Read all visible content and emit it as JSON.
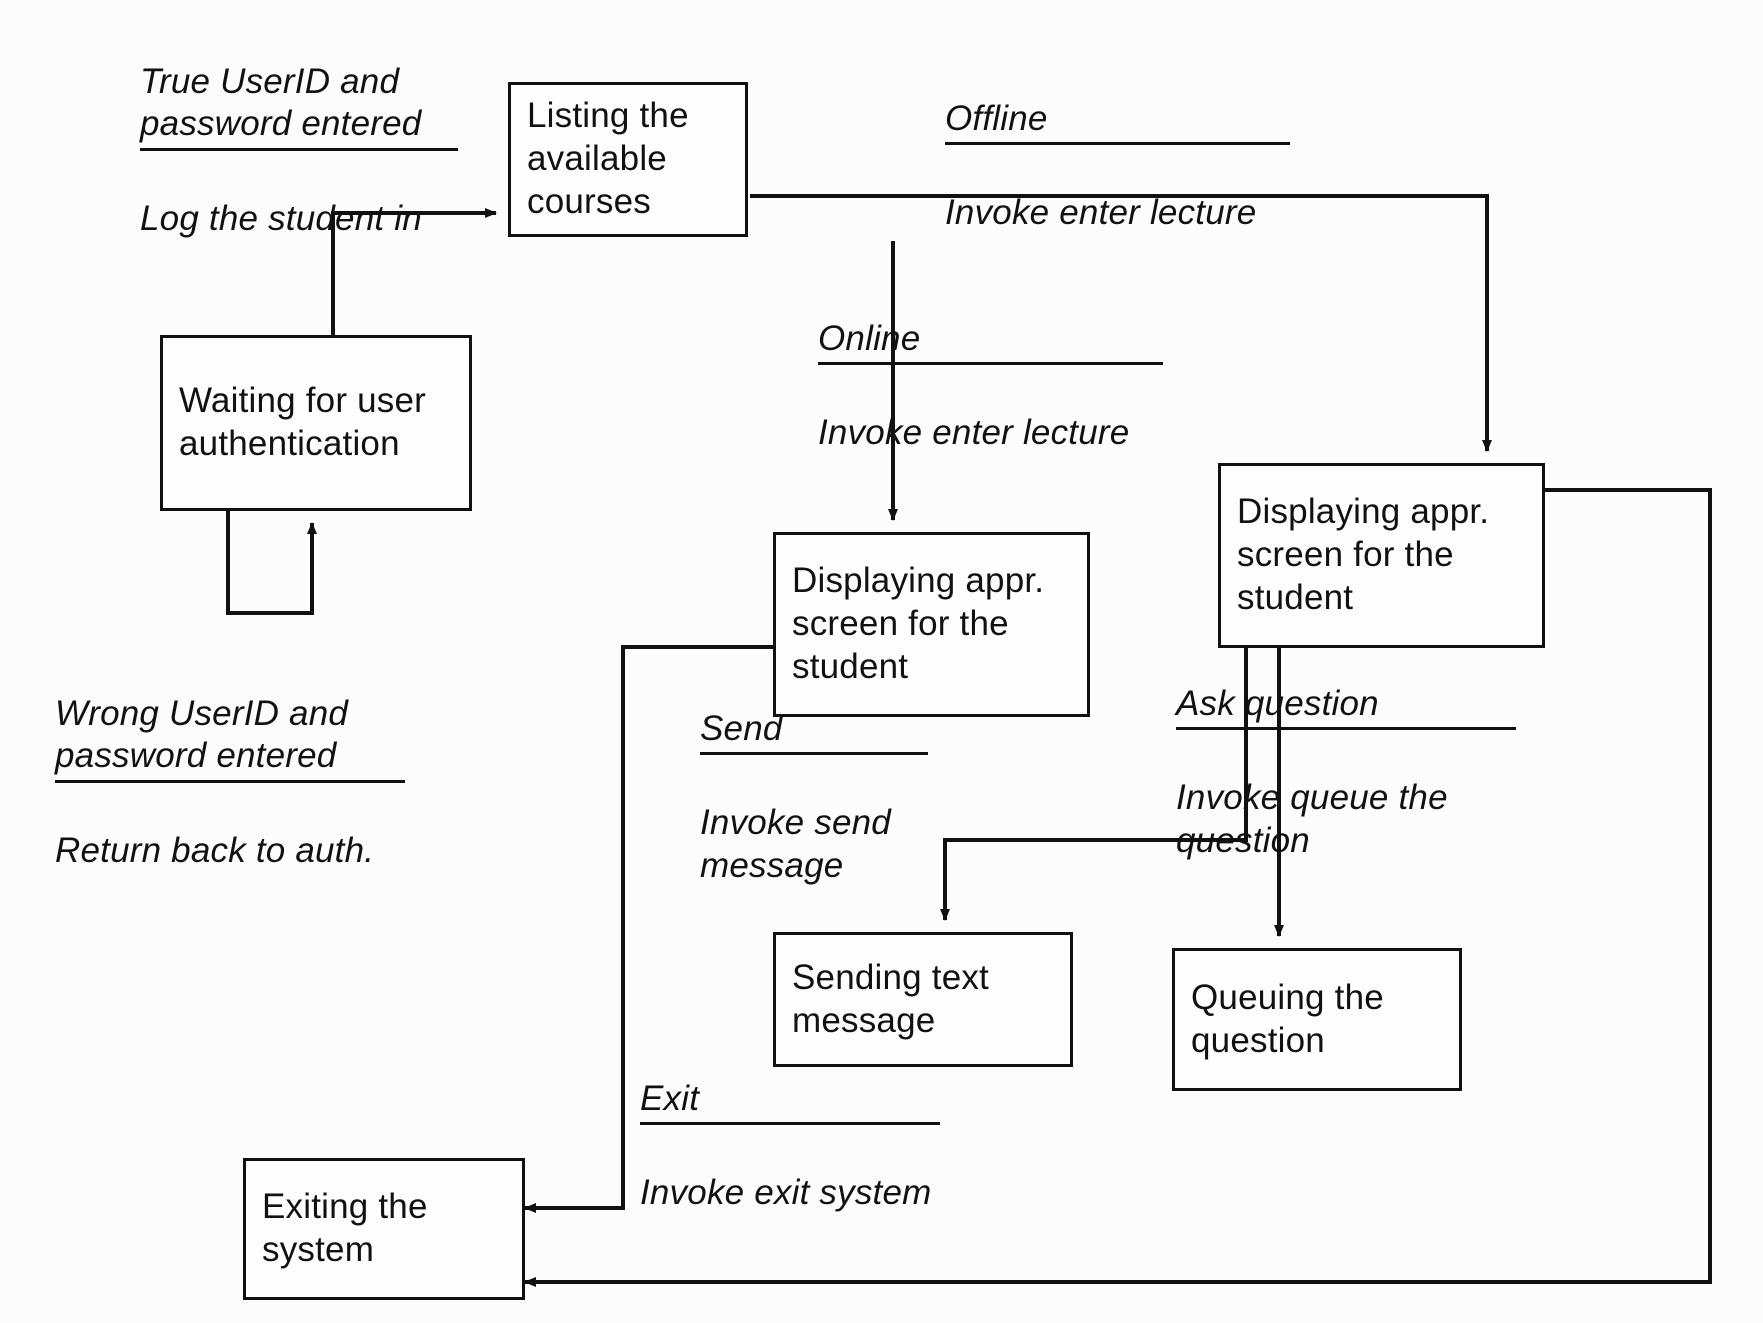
{
  "diagram": {
    "title": "Student state diagram",
    "type": "uml-state-machine",
    "stroke_color": "#111111",
    "background_color": "#ffffff"
  },
  "states": [
    {
      "id": "listing",
      "label": "Listing the\navailable\ncourses"
    },
    {
      "id": "waiting",
      "label": "Waiting for user\nauthentication"
    },
    {
      "id": "dispmid",
      "label": "Displaying appr.\nscreen for the\nstudent"
    },
    {
      "id": "dispright",
      "label": "Displaying appr.\nscreen for the\nstudent"
    },
    {
      "id": "sending",
      "label": "Sending text\nmessage"
    },
    {
      "id": "queuing",
      "label": "Queuing the\nquestion"
    },
    {
      "id": "exiting",
      "label": "Exiting the\nsystem"
    }
  ],
  "transitions": [
    {
      "id": "login",
      "from": "waiting",
      "to": "listing",
      "guard": "True UserID and\npassword entered",
      "action": "Log the student in"
    },
    {
      "id": "relogin",
      "from": "waiting",
      "to": "waiting",
      "guard": "Wrong UserID and\npassword entered",
      "action": "Return back to auth."
    },
    {
      "id": "offline",
      "from": "listing",
      "to": "dispright",
      "guard": "Offline",
      "action": "Invoke enter lecture"
    },
    {
      "id": "online",
      "from": "listing",
      "to": "dispmid",
      "guard": "Online",
      "action": "Invoke enter lecture"
    },
    {
      "id": "send",
      "from": "dispright",
      "to": "sending",
      "guard": "Send",
      "action": "Invoke send\nmessage"
    },
    {
      "id": "askq",
      "from": "dispright",
      "to": "queuing",
      "guard": "Ask question",
      "action": "Invoke queue the\nquestion"
    },
    {
      "id": "exit",
      "from": "dispmid",
      "to": "exiting",
      "guard": "Exit",
      "action": "Invoke exit system"
    }
  ]
}
